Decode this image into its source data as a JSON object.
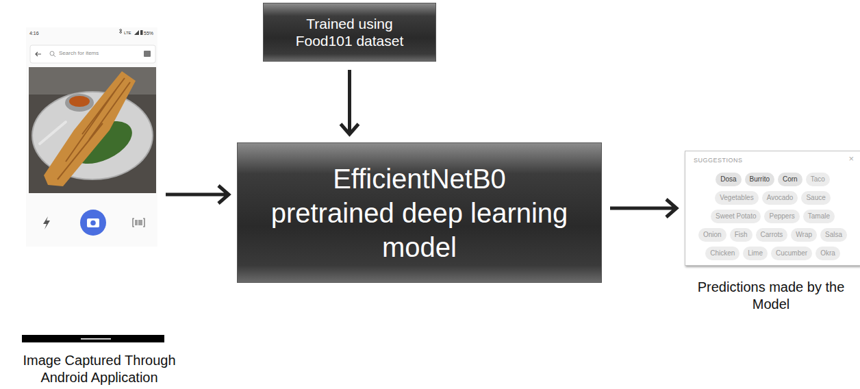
{
  "diagram": {
    "nodes": [
      {
        "text": [
          "4:16",
          "LTE",
          "55%",
          "Search for items"
        ]
      },
      {
        "text": [
          "Trained using Food101 dataset"
        ]
      },
      {
        "text": [
          "EfficientNetB0 pretrained deep learning model"
        ]
      },
      {
        "text": [
          "SUGGESTIONS",
          "×"
        ]
      },
      {
        "text": [
          "Dosa"
        ],
        "in": 3
      },
      {
        "text": [
          "Burrito"
        ],
        "in": 3
      },
      {
        "text": [
          "Corn"
        ],
        "in": 3
      },
      {
        "text": [
          "Taco"
        ],
        "in": 3
      },
      {
        "text": [
          "Vegetables"
        ],
        "in": 3
      },
      {
        "text": [
          "Avocado"
        ],
        "in": 3
      },
      {
        "text": [
          "Sauce"
        ],
        "in": 3
      },
      {
        "text": [
          "Sweet Potato"
        ],
        "in": 3
      },
      {
        "text": [
          "Peppers"
        ],
        "in": 3
      },
      {
        "text": [
          "Tamale"
        ],
        "in": 3
      },
      {
        "text": [
          "Onion"
        ],
        "in": 3
      },
      {
        "text": [
          "Fish"
        ],
        "in": 3
      },
      {
        "text": [
          "Carrots"
        ],
        "in": 3
      },
      {
        "text": [
          "Wrap"
        ],
        "in": 3
      },
      {
        "text": [
          "Salsa"
        ],
        "in": 3
      },
      {
        "text": [
          "Chicken"
        ],
        "in": 3
      },
      {
        "text": [
          "Lime"
        ],
        "in": 3
      },
      {
        "text": [
          "Cucumber"
        ],
        "in": 3
      },
      {
        "text": [
          "Okra"
        ],
        "in": 3
      }
    ],
    "edges": [
      {
        "from": 0,
        "to": 2,
        "arrow": "to"
      },
      {
        "from": 1,
        "to": 2,
        "arrow": "to"
      },
      {
        "from": 2,
        "to": 3,
        "arrow": "to"
      }
    ],
    "labels": [
      "Image Captured Through Android Application",
      "Predictions made by the Model"
    ]
  }
}
